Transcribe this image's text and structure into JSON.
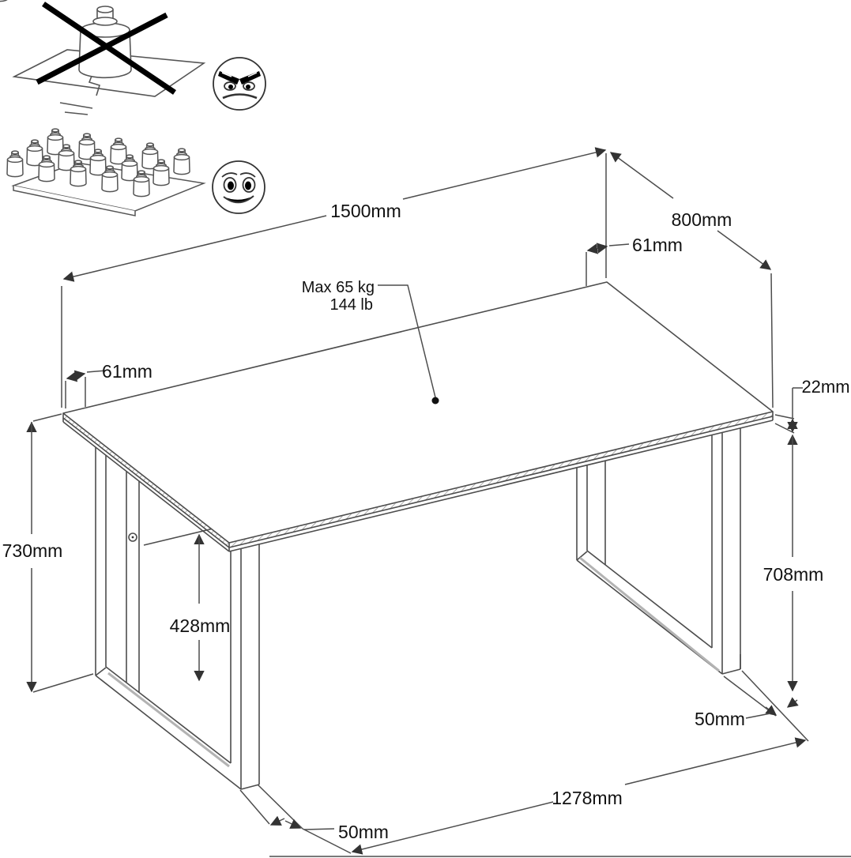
{
  "title": "Desk load instruction and dimension drawing",
  "load_warning": {
    "max_line1": "Max 65 kg",
    "max_line2": "144 lb"
  },
  "dims": {
    "width": "1500mm",
    "depth": "800mm",
    "inset_back_right": "61mm",
    "inset_back_left": "61mm",
    "top_thickness": "22mm",
    "underside_height": "708mm",
    "total_height": "730mm",
    "panel_clearance": "428mm",
    "foot_right": "50mm",
    "foot_left": "50mm",
    "feet_distance": "1278mm"
  },
  "icons": {
    "bad": "concentrated-load-crossed-out-icon",
    "bad_face": "angry-face-icon",
    "good": "distributed-load-icon",
    "good_face": "happy-face-icon"
  },
  "colors": {
    "line": "#4d4d4d",
    "text": "#111111",
    "shade": "#b3b3b3",
    "background": "#ffffff"
  }
}
